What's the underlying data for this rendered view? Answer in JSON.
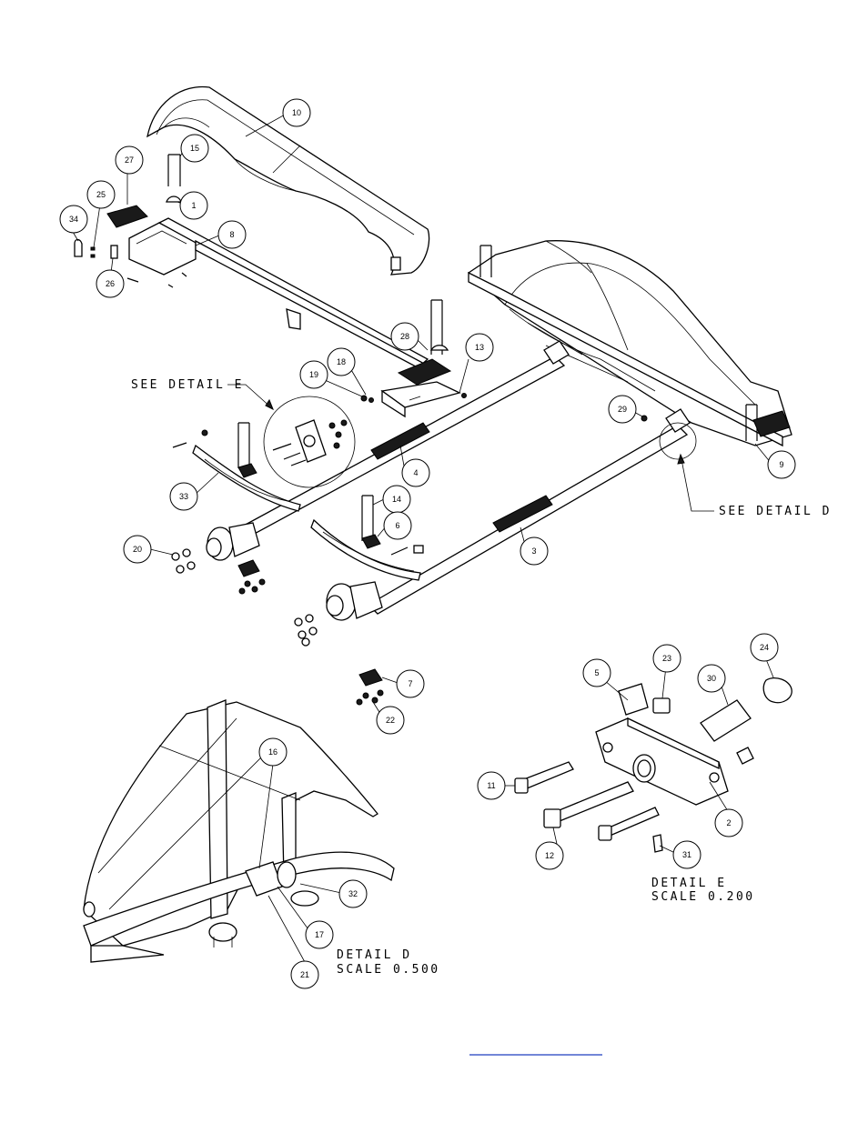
{
  "callouts": [
    {
      "id": "c10",
      "label": "10"
    },
    {
      "id": "c15",
      "label": "15"
    },
    {
      "id": "c27",
      "label": "27"
    },
    {
      "id": "c1",
      "label": "1"
    },
    {
      "id": "c25",
      "label": "25"
    },
    {
      "id": "c34",
      "label": "34"
    },
    {
      "id": "c8",
      "label": "8"
    },
    {
      "id": "c26",
      "label": "26"
    },
    {
      "id": "c28",
      "label": "28"
    },
    {
      "id": "c13",
      "label": "13"
    },
    {
      "id": "c18",
      "label": "18"
    },
    {
      "id": "c19",
      "label": "19"
    },
    {
      "id": "c29",
      "label": "29"
    },
    {
      "id": "c9",
      "label": "9"
    },
    {
      "id": "c4",
      "label": "4"
    },
    {
      "id": "c33",
      "label": "33"
    },
    {
      "id": "c14",
      "label": "14"
    },
    {
      "id": "c6",
      "label": "6"
    },
    {
      "id": "c3",
      "label": "3"
    },
    {
      "id": "c20",
      "label": "20"
    },
    {
      "id": "c7",
      "label": "7"
    },
    {
      "id": "c22",
      "label": "22"
    },
    {
      "id": "c5",
      "label": "5"
    },
    {
      "id": "c23",
      "label": "23"
    },
    {
      "id": "c30",
      "label": "30"
    },
    {
      "id": "c24",
      "label": "24"
    },
    {
      "id": "c11",
      "label": "11"
    },
    {
      "id": "c12",
      "label": "12"
    },
    {
      "id": "c2",
      "label": "2"
    },
    {
      "id": "c31",
      "label": "31"
    },
    {
      "id": "c16",
      "label": "16"
    },
    {
      "id": "c32",
      "label": "32"
    },
    {
      "id": "c17",
      "label": "17"
    },
    {
      "id": "c21",
      "label": "21"
    }
  ],
  "annotations": {
    "see_detail_e": "SEE DETAIL  E",
    "see_detail_d": "SEE DETAIL  D",
    "detail_e_title": "DETAIL  E",
    "detail_e_scale": "SCALE  0.200",
    "detail_d_title": "DETAIL  D",
    "detail_d_scale": "SCALE  0.500"
  }
}
